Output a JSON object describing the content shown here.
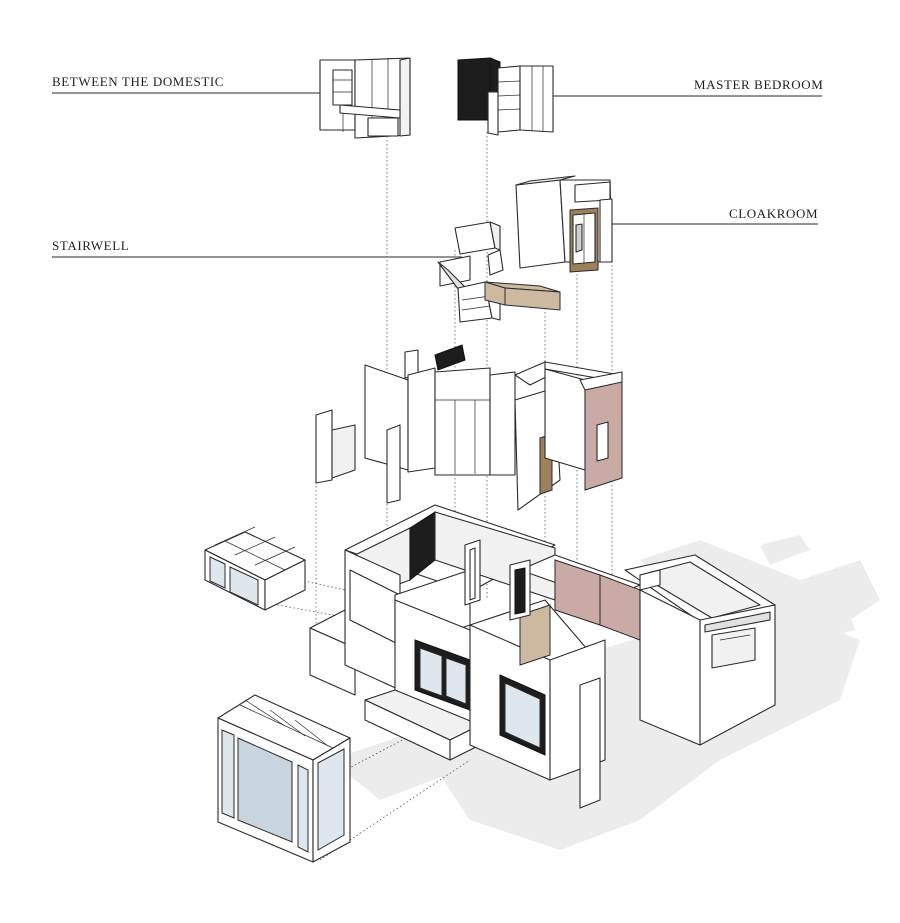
{
  "labels": {
    "between_the_domestic": "BETWEEN THE DOMESTIC",
    "master_bedroom": "MASTER BEDROOM",
    "stairwell": "STAIRWELL",
    "cloakroom": "CLOAKROOM"
  },
  "colors": {
    "line": "#2a2a2a",
    "shadow": "#ececec",
    "accent_mauve": "#c9aaa4",
    "accent_tan": "#cdb9a0",
    "accent_dark": "#1d1d1d",
    "glass": "#dfe7ee"
  }
}
